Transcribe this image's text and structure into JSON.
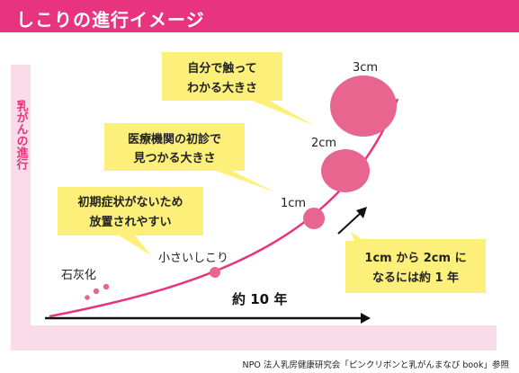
{
  "header": {
    "title": "しこりの進行イメージ"
  },
  "y_axis": {
    "label": "乳がんの進行"
  },
  "x_axis": {
    "label": "約 10 年"
  },
  "stages": [
    {
      "label": "石灰化"
    },
    {
      "label": "小さいしこり"
    },
    {
      "label": "1cm"
    },
    {
      "label": "2cm"
    },
    {
      "label": "3cm"
    }
  ],
  "callouts": {
    "early": [
      "初期症状がないため",
      "放置されやすい"
    ],
    "checkup": [
      "医療機関の初診で",
      "見つかる大きさ"
    ],
    "self": [
      "自分で触って",
      "わかる大きさ"
    ],
    "growth": [
      "1cm から 2cm に",
      "なるには約 1 年"
    ]
  },
  "source": "NPO 法人乳房健康研究会「ピンクリボンと乳がんまなび book」参照",
  "colors": {
    "accent": "#e8337e",
    "tumor": "#e8658f",
    "axis_band": "#f9dce7",
    "callout_fill": "#fdf07a"
  }
}
